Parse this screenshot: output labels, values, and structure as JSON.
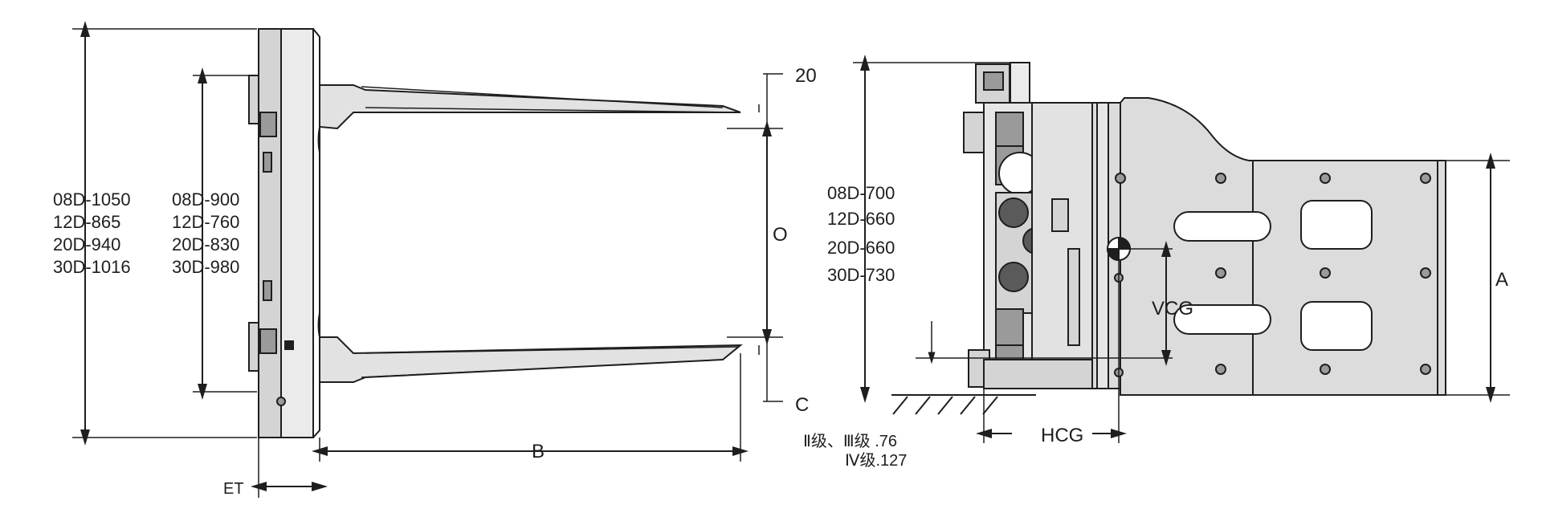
{
  "left_view": {
    "height_outer_list": [
      "08D-1050",
      "12D-865",
      "20D-940",
      "30D-1016"
    ],
    "height_inner_list": [
      "08D-900",
      "12D-760",
      "20D-830",
      "30D-980"
    ],
    "label_top": "20",
    "label_o": "O",
    "label_c": "C",
    "label_b": "B",
    "label_et": "ET"
  },
  "right_view": {
    "height_list": [
      "08D-700",
      "12D-660",
      "20D-660",
      "30D-730"
    ],
    "label_a": "A",
    "label_vcg": "VCG",
    "label_hcg": "HCG",
    "class_note_1": "Ⅱ级、Ⅲ级 .76",
    "class_note_2": "Ⅳ级.127"
  },
  "colors": {
    "line": "#1e1e1e",
    "fill": "#d4d4d4",
    "fill_dark": "#9a9a9a"
  }
}
